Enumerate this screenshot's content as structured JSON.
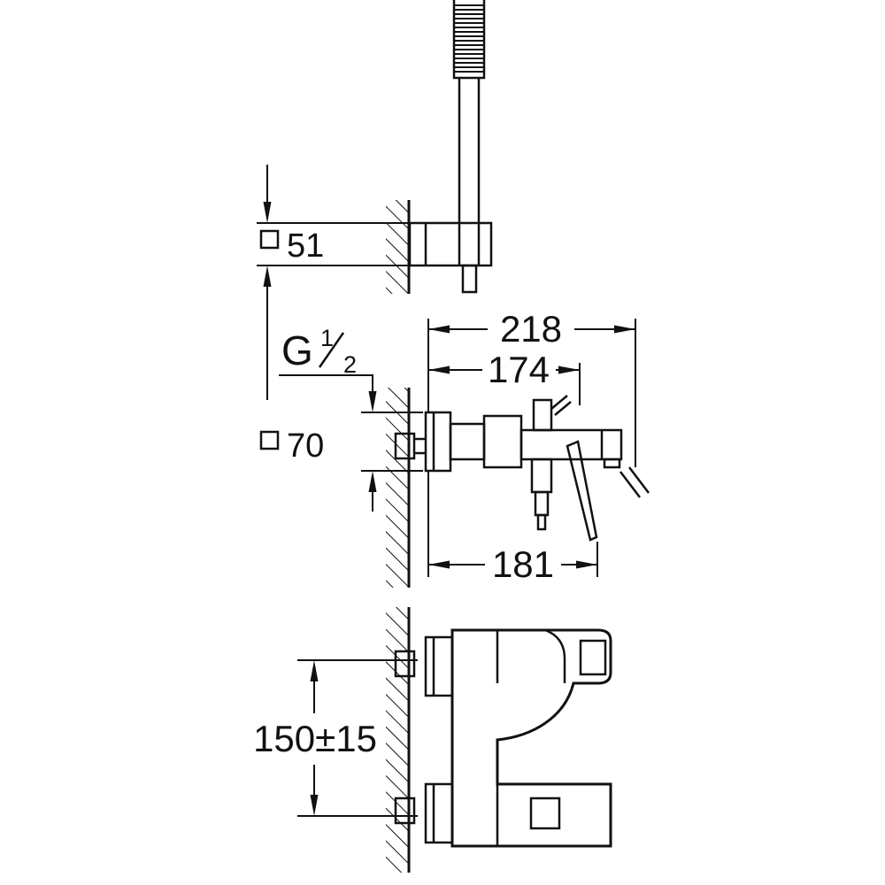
{
  "drawing": {
    "dimensions": {
      "holder_square": "51",
      "escutcheon_square": "70",
      "thread_letter": "G",
      "thread_numerator": "1",
      "thread_denominator": "2",
      "depth_total": "218",
      "depth_body": "174",
      "depth_lever": "181",
      "center_distance": "150±15"
    },
    "icons": {
      "square_symbol": "□"
    },
    "colors": {
      "ink": "#111111",
      "paper": "#ffffff"
    }
  }
}
